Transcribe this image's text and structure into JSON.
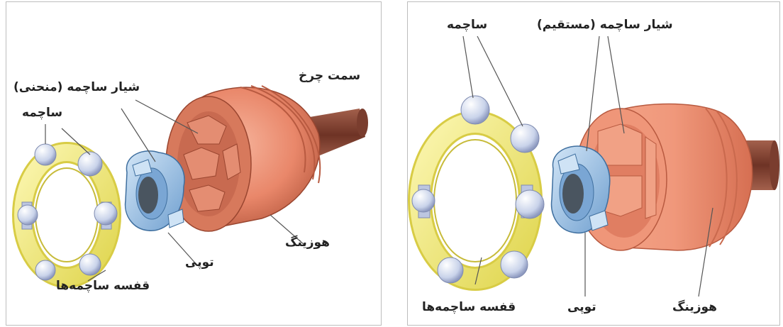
{
  "left_panel": {
    "labels": {
      "wheel_side": "سمت چرخ",
      "ball_groove_curved": "شیار ساچمه (منحنی)",
      "ball": "ساچمه",
      "hub": "توپی",
      "housing": "هوزینگ",
      "ball_cage": "قفسه ساچمه‌ها"
    }
  },
  "right_panel": {
    "labels": {
      "ball": "ساچمه",
      "ball_groove_straight": "شیار ساچمه (مستقیم)",
      "ball_cage": "قفسه ساچمه‌ها",
      "hub": "توپی",
      "housing": "هوزینگ"
    }
  },
  "colors": {
    "housing": "#e9876a",
    "housing_dark": "#b85a40",
    "cage": "#f4ec7c",
    "hub": "#9ec3e6",
    "ball": "#c9d3ea",
    "shaft": "#8a4a3a"
  }
}
